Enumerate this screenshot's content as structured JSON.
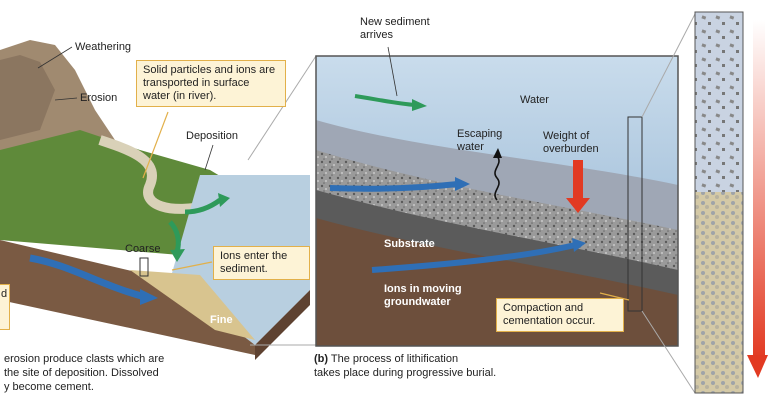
{
  "panel_a": {
    "labels": {
      "weathering": "Weathering",
      "erosion": "Erosion",
      "deposition": "Deposition",
      "coarse": "Coarse",
      "fine": "Fine",
      "partial_box": "d"
    },
    "callouts": {
      "transport": "Solid particles and ions are transported in surface water (in river).",
      "ions_enter": "Ions enter the sediment."
    },
    "caption": {
      "line1": "erosion produce clasts which are",
      "line2": "the site of deposition. Dissolved",
      "line3": "y become cement."
    }
  },
  "panel_b": {
    "labels": {
      "new_sediment": "New sediment arrives",
      "water": "Water",
      "escaping_water": "Escaping water",
      "weight_overburden": "Weight of overburden",
      "substrate": "Substrate",
      "ions_groundwater": "Ions in moving groundwater"
    },
    "callouts": {
      "compaction": "Compaction and cementation occur."
    },
    "caption": {
      "letter": "(b)",
      "line1": "The process of lithification",
      "line2": "takes place during progressive burial."
    }
  },
  "colors": {
    "water": "#a9c6de",
    "sediment": "#8a8a8a",
    "substrate": "#6d4f3c",
    "callout_bg": "#fdf3d6",
    "callout_border": "#e2b04a",
    "arrow_blue": "#2f6fb6",
    "arrow_green": "#2e9a5a",
    "arrow_red": "#e23a22"
  }
}
